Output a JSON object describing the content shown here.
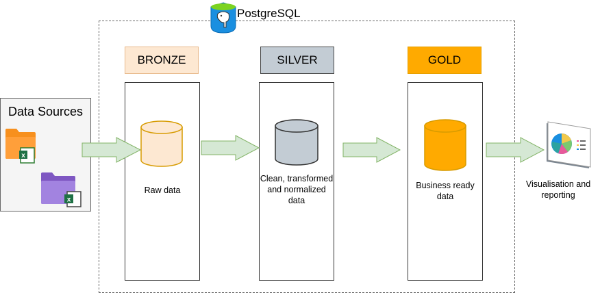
{
  "database": {
    "label": "PostgreSQL",
    "icon": "postgresql-elephant-icon"
  },
  "sources": {
    "title": "Data Sources",
    "icons": [
      "orange-folder-excel-icon",
      "purple-folder-excel-icon"
    ]
  },
  "layers": [
    {
      "name": "BRONZE",
      "caption": "Raw data",
      "fill": "#fde8d2",
      "stroke": "#d79b00"
    },
    {
      "name": "SILVER",
      "caption": "Clean, transformed and normalized data",
      "fill": "#c3ccd4",
      "stroke": "#333333"
    },
    {
      "name": "GOLD",
      "caption": "Business ready data",
      "fill": "#ffaa00",
      "stroke": "#d79b00"
    }
  ],
  "output": {
    "caption": "Visualisation and reporting",
    "icon": "dashboard-chart-icon"
  },
  "colors": {
    "arrow_fill": "#d5e8d4",
    "arrow_stroke": "#82b366"
  }
}
